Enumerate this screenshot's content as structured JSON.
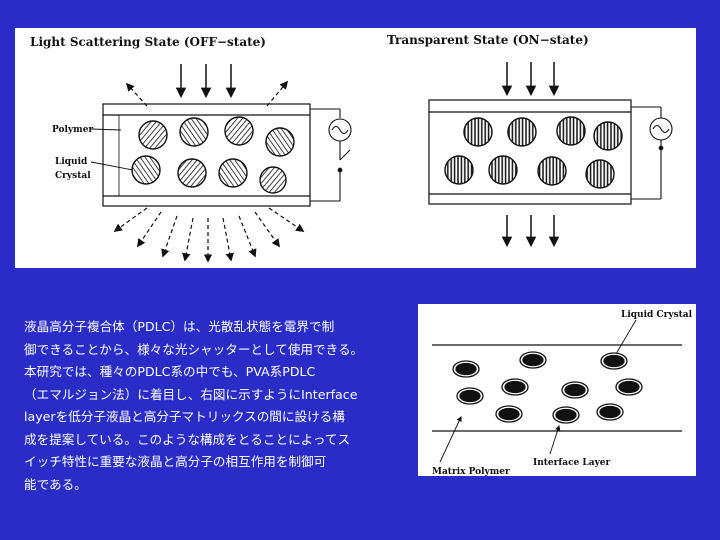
{
  "top_figure": {
    "off_state_title": "Light Scattering State (OFF−state)",
    "on_state_title": "Transparent State (ON−state)",
    "polymer_label": "Polymer",
    "liquid_crystal_label_line1": "Liquid",
    "liquid_crystal_label_line2": "Crystal"
  },
  "bottom_figure": {
    "liquid_crystal_label": "Liquid Crystal",
    "interface_layer_label": "Interface Layer",
    "matrix_polymer_label": "Matrix Polymer"
  },
  "body_text": {
    "lines": [
      "液晶高分子複合体（PDLC）は、光散乱状態を電界で制",
      "御できることから、様々な光シャッターとして使用できる。",
      "本研究では、種々のPDLC系の中でも、PVA系PDLC",
      "（エマルジョン法）に着目し、右図に示すようにInterface",
      "layerを低分子液晶と高分子マトリックスの間に設ける構",
      "成を提案している。このような構成をとることによってス",
      "イッチ特性に重要な液晶と高分子の相互作用を制御可",
      "能である。"
    ]
  },
  "colors": {
    "background": "#2a2cc8",
    "panel": "#ffffff",
    "ink": "#111111",
    "text": "#ffffff"
  }
}
